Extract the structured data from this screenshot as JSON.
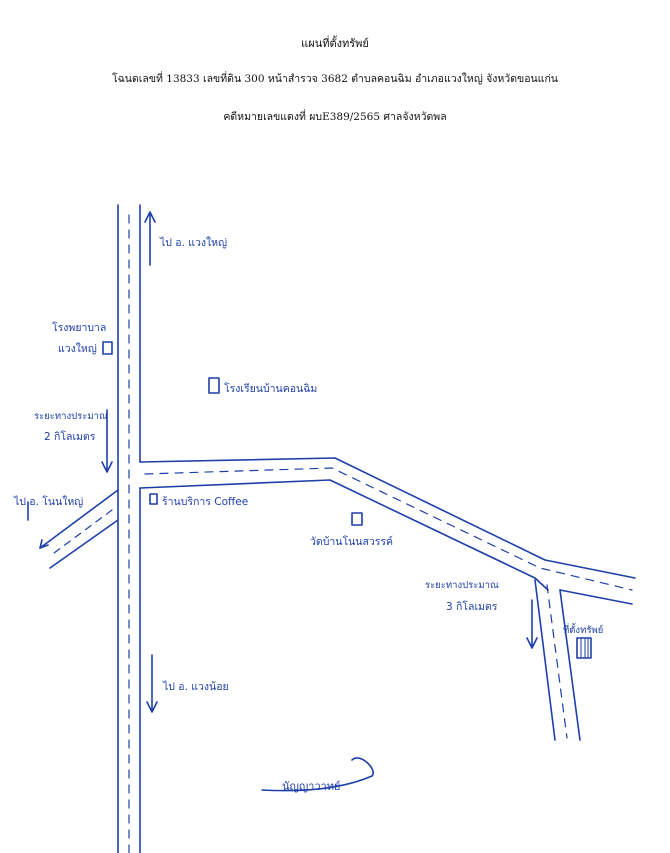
{
  "header": {
    "title": "แผนที่ตั้งทรัพย์",
    "subtitle": "โฉนดเลขที่ 13833 เลขที่ดิน 300 หน้าสำรวจ 3682 ตำบลคอนฉิม อำเภอแวงใหญ่ จังหวัดขอนแก่น",
    "case_number": "คดีหมายเลขแดงที่ ผบE389/2565 ศาลจังหวัดพล"
  },
  "map": {
    "ink_color": "#1d3fa8",
    "labels": {
      "to_waeng_yai": "ไป อ. แวงใหญ่",
      "hospital": "โรงพยาบาล\nแวงใหญ่",
      "distance_2km": "ระยะทางประมาณ\n2 กิโลเมตร",
      "to_phon": "ไป อ. โนนใหญ่",
      "school": "โรงเรียนบ้านคอนฉิม",
      "cafe": "ร้านบริการ Coffee",
      "temple": "วัดบ้านโนนสวรรค์",
      "distance_3km": "ระยะทางประมาณ\n3 กิโลเมตร",
      "property": "ที่ตั้งทรัพย์",
      "to_waeng_noi": "ไป อ. แวงน้อย"
    },
    "signature": "นัญญาวาทย์"
  }
}
